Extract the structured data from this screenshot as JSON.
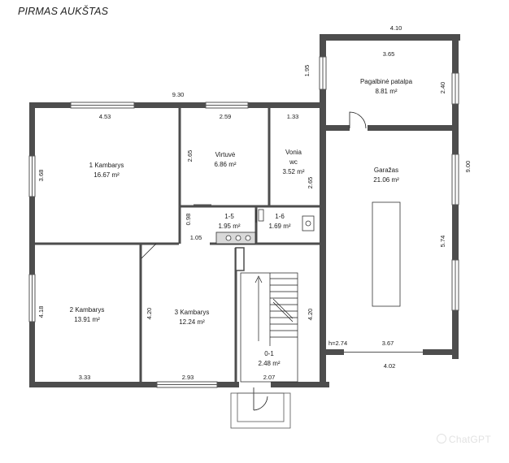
{
  "title": "PIRMAS AUKŠTAS",
  "watermark": "ChatGPT",
  "colors": {
    "wall": "#4d4d4d",
    "line": "#1a1a1a",
    "window_frame": "#555555"
  },
  "rooms": [
    {
      "key": "kambarys1",
      "name": "1 Kambarys",
      "area": "16.67 m²"
    },
    {
      "key": "virtuve",
      "name": "Virtuvė",
      "area": "6.86 m²"
    },
    {
      "key": "vonia",
      "name": "Vonia",
      "name2": "wc",
      "area": "3.52 m²"
    },
    {
      "key": "pagalbine",
      "name": "Pagalbinė patalpa",
      "area": "8.81 m²"
    },
    {
      "key": "garazas",
      "name": "Garažas",
      "area": "21.06 m²"
    },
    {
      "key": "r15",
      "name": "1-5",
      "area": "1.95 m²"
    },
    {
      "key": "r16",
      "name": "1-6",
      "area": "1.69 m²"
    },
    {
      "key": "kambarys2",
      "name": "2 Kambarys",
      "area": "13.91 m²"
    },
    {
      "key": "kambarys3",
      "name": "3 Kambarys",
      "area": "12.24 m²"
    },
    {
      "key": "r01",
      "name": "0-1",
      "area": "2.48 m²"
    }
  ],
  "dimensions": [
    {
      "key": "d930",
      "text": "9.30"
    },
    {
      "key": "d410",
      "text": "4.10"
    },
    {
      "key": "d365",
      "text": "3.65"
    },
    {
      "key": "d195",
      "text": "1.95"
    },
    {
      "key": "d240",
      "text": "2.40"
    },
    {
      "key": "d453",
      "text": "4.53"
    },
    {
      "key": "d259",
      "text": "2.59"
    },
    {
      "key": "d133",
      "text": "1.33"
    },
    {
      "key": "d368",
      "text": "3.68"
    },
    {
      "key": "d265a",
      "text": "2.65"
    },
    {
      "key": "d265b",
      "text": "2.65"
    },
    {
      "key": "d900",
      "text": "9.00"
    },
    {
      "key": "d098",
      "text": "0.98"
    },
    {
      "key": "d105",
      "text": "1.05"
    },
    {
      "key": "d574",
      "text": "5.74"
    },
    {
      "key": "d418",
      "text": "4.18"
    },
    {
      "key": "d420a",
      "text": "4.20"
    },
    {
      "key": "d420b",
      "text": "4.20"
    },
    {
      "key": "d333",
      "text": "3.33"
    },
    {
      "key": "d293",
      "text": "2.93"
    },
    {
      "key": "d207",
      "text": "2.07"
    },
    {
      "key": "dh274",
      "text": "h=2.74"
    },
    {
      "key": "d367",
      "text": "3.67"
    },
    {
      "key": "d402",
      "text": "4.02"
    }
  ]
}
